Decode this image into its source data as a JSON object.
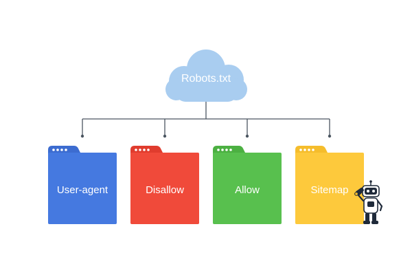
{
  "root": {
    "label": "Robots.txt",
    "color": "#a9cdf0"
  },
  "connector_color": "#4a5560",
  "folders": [
    {
      "label": "User-agent",
      "color": "#4579e0",
      "tab_color": "#3c6cd0"
    },
    {
      "label": "Disallow",
      "color": "#f04a3a",
      "tab_color": "#e03c2e"
    },
    {
      "label": "Allow",
      "color": "#58c04e",
      "tab_color": "#4cb042"
    },
    {
      "label": "Sitemap",
      "color": "#fdc93c",
      "tab_color": "#f5bd2c"
    }
  ],
  "mascot": {
    "icon": "robot-mascot-icon"
  }
}
